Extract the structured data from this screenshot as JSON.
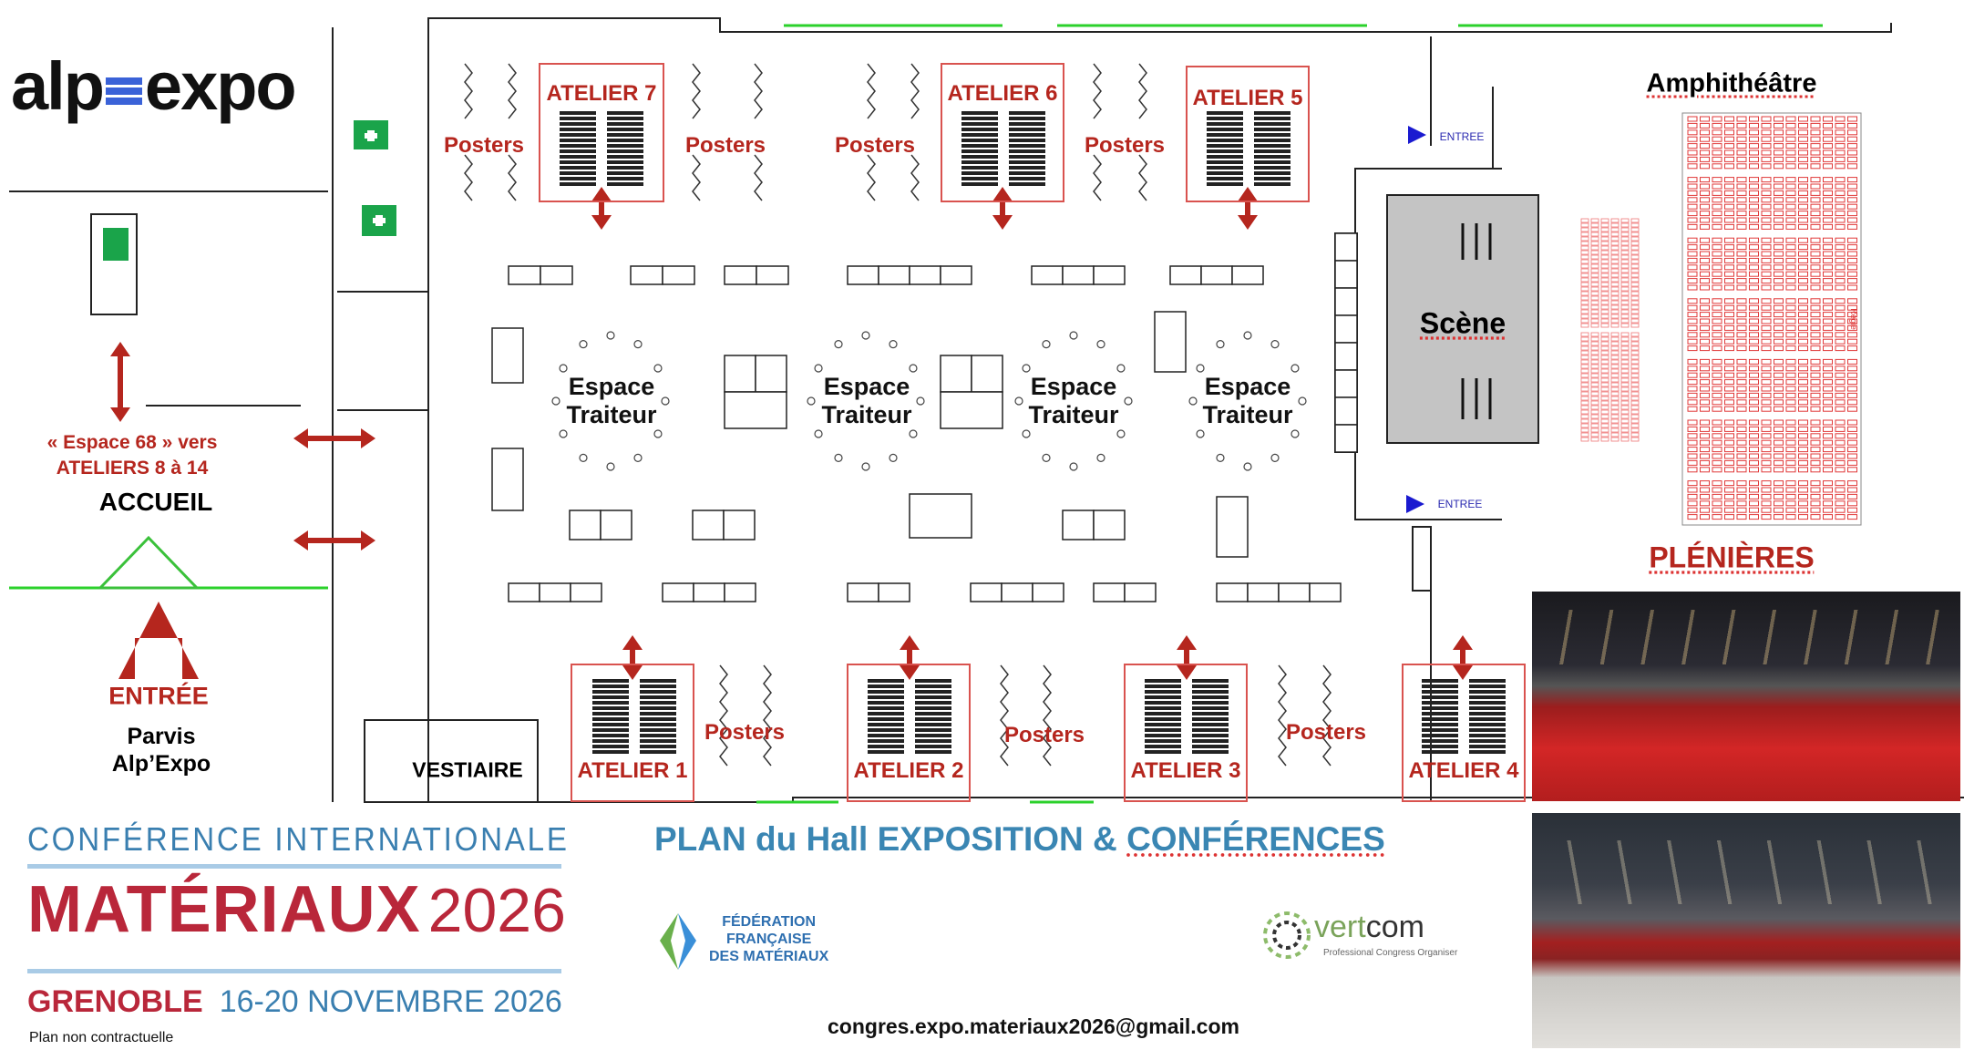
{
  "venue_logo": {
    "text_left": "alp",
    "text_right": "expo"
  },
  "left_area": {
    "espace68_line1": "« Espace 68 » vers",
    "espace68_line2": "ATELIERS 8 à 14",
    "accueil": "ACCUEIL",
    "entree": "ENTRÉE",
    "parvis_line1": "Parvis",
    "parvis_line2": "Alp’Expo",
    "vestiaire": "VESTIAIRE"
  },
  "ateliers_top": [
    {
      "name": "ATELIER 7"
    },
    {
      "name": "ATELIER 6"
    },
    {
      "name": "ATELIER 5"
    }
  ],
  "ateliers_bottom": [
    {
      "name": "ATELIER 1"
    },
    {
      "name": "ATELIER 2"
    },
    {
      "name": "ATELIER 3"
    },
    {
      "name": "ATELIER 4"
    }
  ],
  "posters_label": "Posters",
  "traiteur": {
    "line1": "Espace",
    "line2": "Traiteur"
  },
  "scene": {
    "label": "Scène",
    "entree_label": "ENTREE"
  },
  "amphi": {
    "title": "Amphithéâtre",
    "subtitle": "PLÉNIÈRES",
    "regie": "Régie"
  },
  "conference_logo": {
    "line1": "CONFÉRENCE INTERNATIONALE",
    "title": "MATÉRIAUX",
    "year": "2026",
    "city": "GRENOBLE",
    "dates": "16-20 NOVEMBRE 2026"
  },
  "disclaimer": "Plan non contractuelle",
  "plan_title_part1": "PLAN du Hall EXPOSITION & ",
  "plan_title_part2": "CONFÉRENCES",
  "ffm_logo": {
    "line1": "FÉDÉRATION",
    "line2": "FRANÇAISE",
    "line3": "DES MATÉRIAUX"
  },
  "vertcom_logo": {
    "name_part1": "vert",
    "name_part2": "com",
    "tagline": "Professional Congress Organiser"
  },
  "contact_email": "congres.expo.materiaux2026@gmail.com",
  "colors": {
    "accent_red": "#b5261e",
    "logo_blue": "#3a7fb0",
    "logo_red": "#b9273a",
    "scene_gray": "#c4c4c4",
    "entree_blue": "#1a1ad0"
  }
}
